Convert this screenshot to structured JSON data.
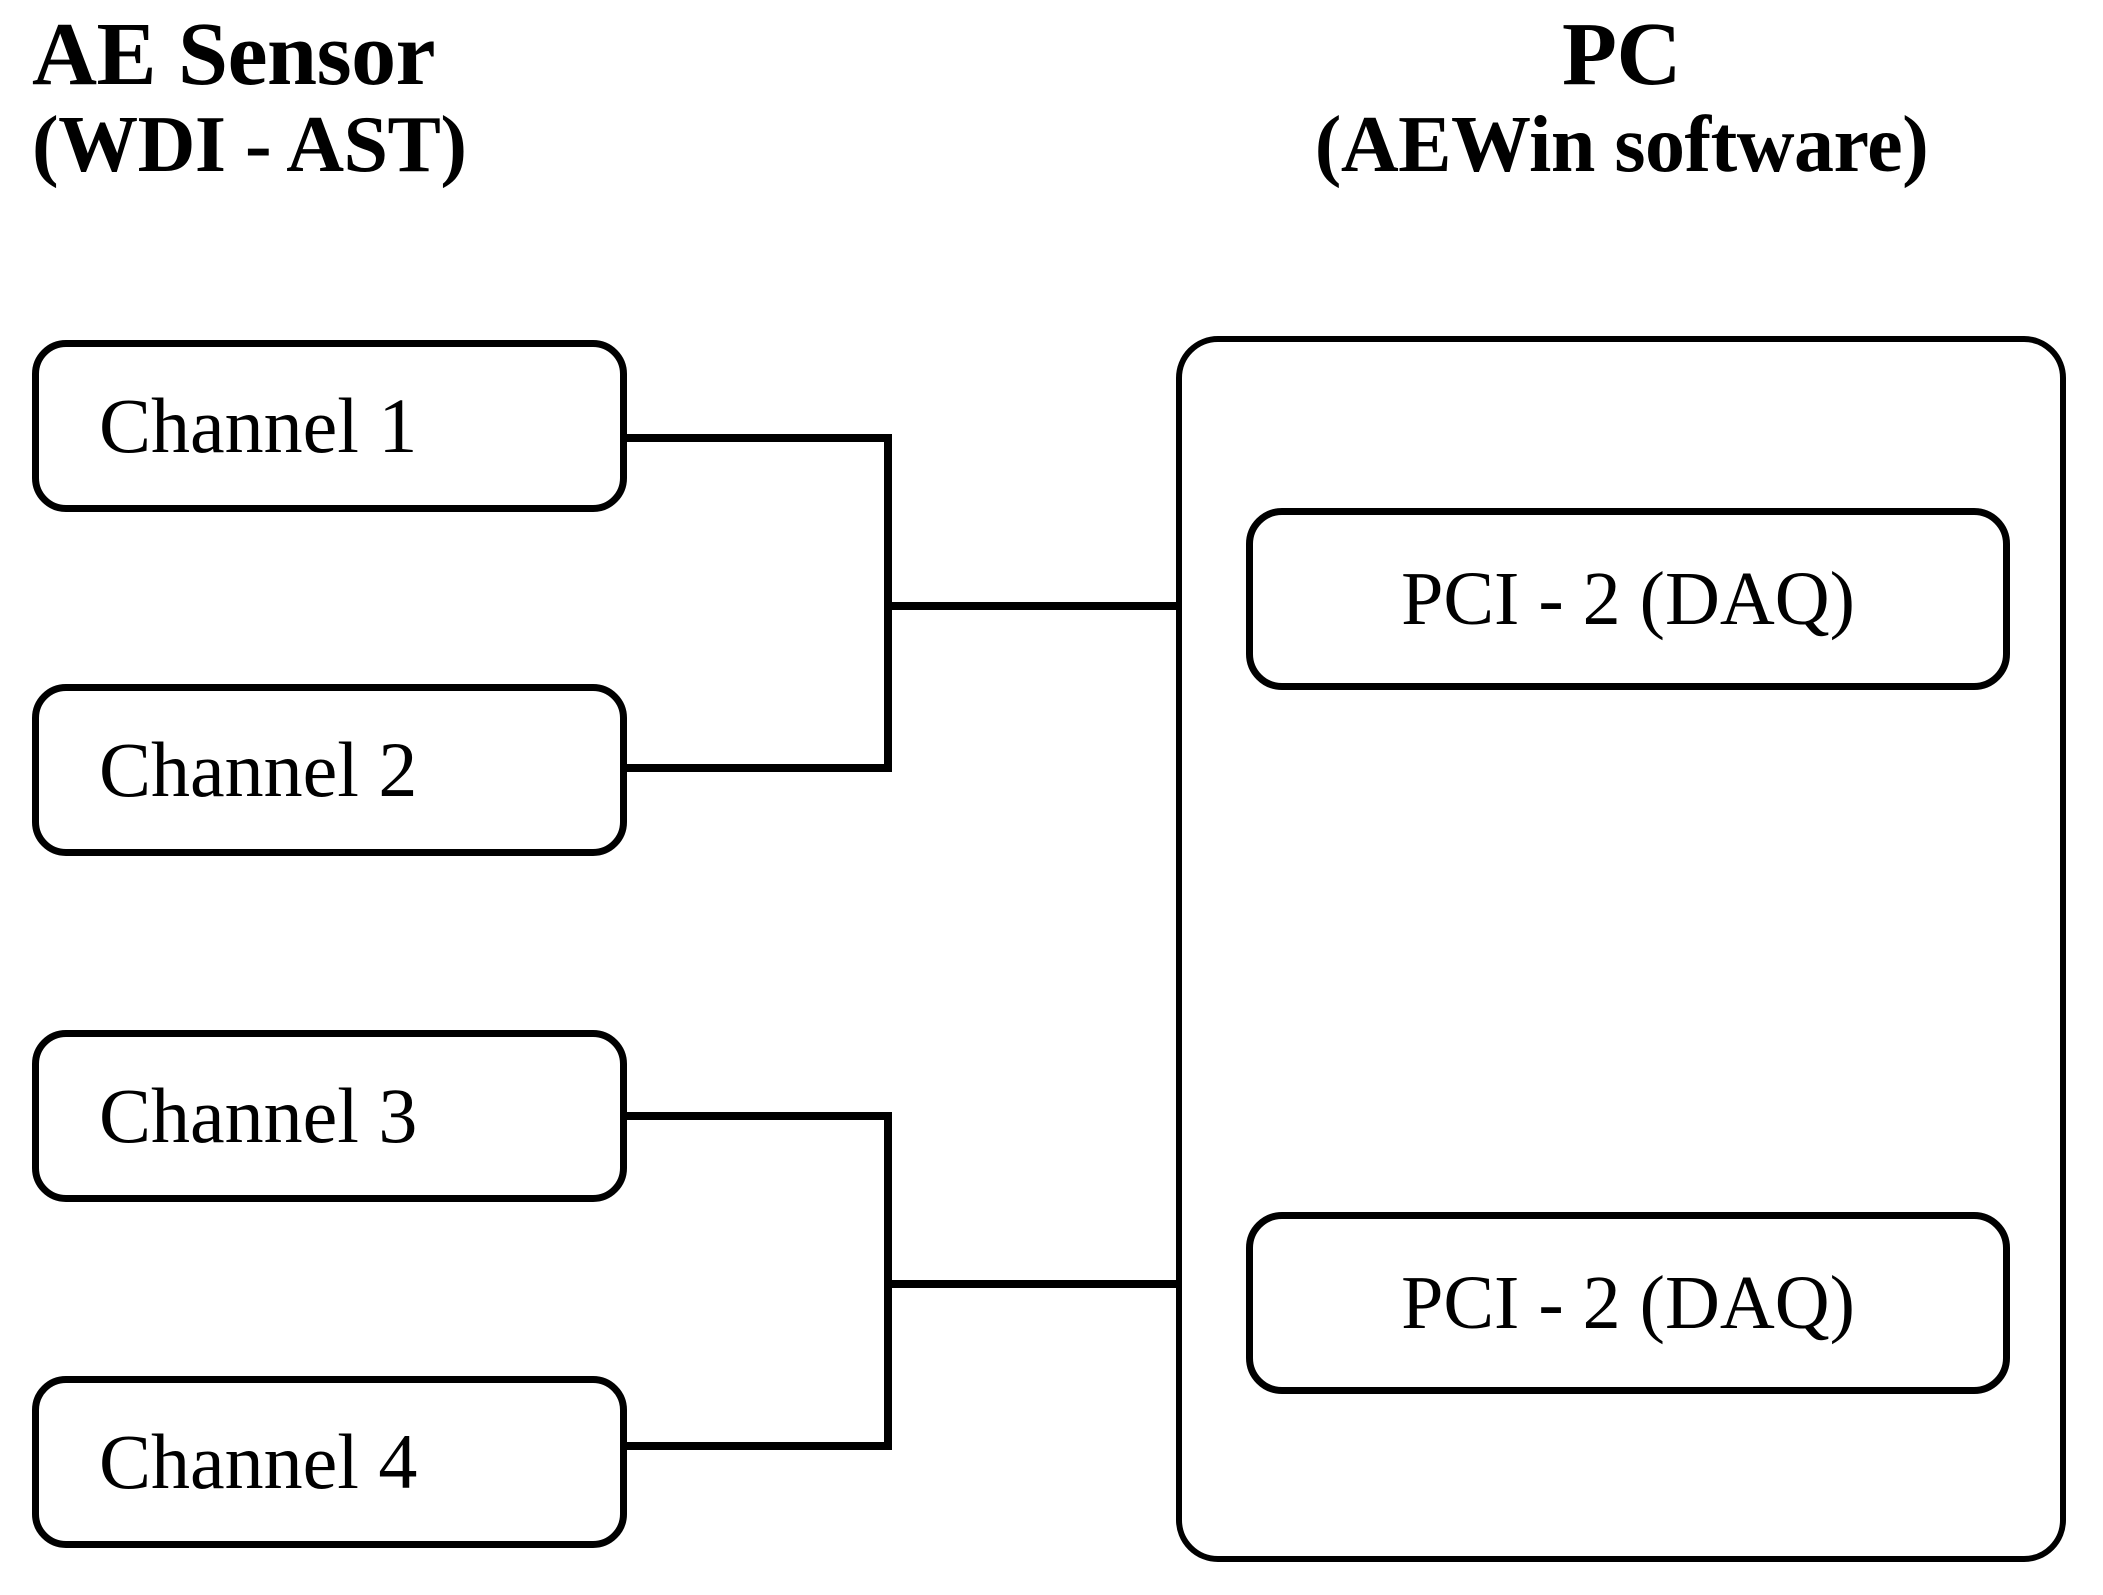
{
  "diagram": {
    "title": "AE Sensor to PC data acquisition block diagram",
    "background_color": "#ffffff",
    "line_color": "#000000"
  },
  "headings": {
    "sensor": {
      "line1": "AE Sensor",
      "line2": "(WDI - AST)"
    },
    "pc": {
      "line1": "PC",
      "line2": "(AEWin software)"
    }
  },
  "sensor_channels": [
    {
      "label": "Channel 1"
    },
    {
      "label": "Channel 2"
    },
    {
      "label": "Channel 3"
    },
    {
      "label": "Channel 4"
    }
  ],
  "pc_cards": [
    {
      "label": "PCI - 2 (DAQ)"
    },
    {
      "label": "PCI - 2 (DAQ)"
    }
  ],
  "connections": [
    {
      "from": "Channel 1",
      "to": "PCI - 2 (DAQ)"
    },
    {
      "from": "Channel 2",
      "to": "PCI - 2 (DAQ)"
    },
    {
      "from": "Channel 3",
      "to": "PCI - 2 (DAQ)"
    },
    {
      "from": "Channel 4",
      "to": "PCI - 2 (DAQ)"
    }
  ]
}
